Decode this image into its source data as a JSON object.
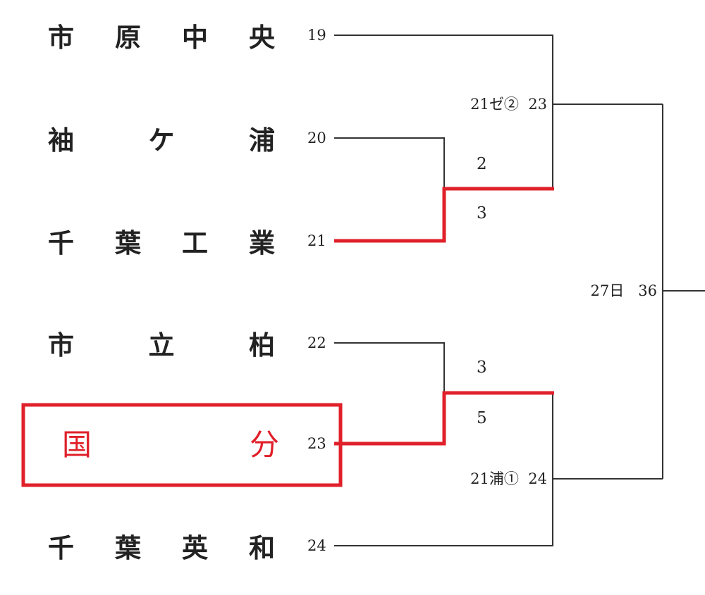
{
  "teams": [
    {
      "seed": "19",
      "chars": [
        "市",
        "原",
        "中",
        "央"
      ],
      "winner": false
    },
    {
      "seed": "20",
      "chars": [
        "袖",
        "ケ",
        "浦"
      ],
      "winner": false
    },
    {
      "seed": "21",
      "chars": [
        "千",
        "葉",
        "工",
        "業"
      ],
      "winner": true
    },
    {
      "seed": "22",
      "chars": [
        "市",
        "立",
        "柏"
      ],
      "winner": false
    },
    {
      "seed": "23",
      "chars": [
        "国",
        "分"
      ],
      "winner": true
    },
    {
      "seed": "24",
      "chars": [
        "千",
        "葉",
        "英",
        "和"
      ],
      "winner": false
    }
  ],
  "scores": {
    "match20_21": {
      "top": "2",
      "bottom": "3"
    },
    "match22_23": {
      "top": "3",
      "bottom": "5"
    }
  },
  "next_matches": {
    "m23": {
      "date": "21ゼ②",
      "num": "23"
    },
    "m24": {
      "date": "21浦①",
      "num": "24"
    },
    "m36": {
      "date": "27日",
      "num": "36"
    }
  },
  "colors": {
    "line": "#333333",
    "highlight": "#e0202a"
  }
}
